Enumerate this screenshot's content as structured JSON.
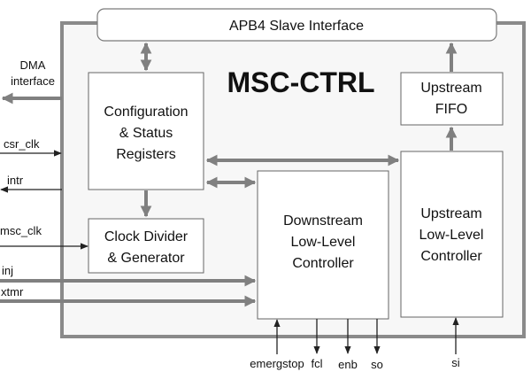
{
  "diagram": {
    "title": "MSC-CTRL",
    "apb_interface": "APB4 Slave Interface",
    "blocks": {
      "csr": [
        "Configuration",
        "& Status",
        "Registers"
      ],
      "clock": [
        "Clock Divider",
        "& Generator"
      ],
      "downstream": [
        "Downstream",
        "Low-Level",
        "Controller"
      ],
      "upstream_ctrl": [
        "Upstream",
        "Low-Level",
        "Controller"
      ],
      "upstream_fifo": [
        "Upstream",
        "FIFO"
      ]
    },
    "left_signals": {
      "dma": [
        "DMA",
        "interface"
      ],
      "csr_clk": "csr_clk",
      "intr": "intr",
      "msc_clk": "msc_clk",
      "inj": "inj",
      "xtmr": "xtmr"
    },
    "bottom_signals": {
      "emergstop": "emergstop",
      "fcl": "fcl",
      "enb": "enb",
      "so": "so",
      "si": "si"
    },
    "colors": {
      "bus": "#808080",
      "wire": "#222222",
      "outer_fill": "#f7f7f7"
    }
  }
}
